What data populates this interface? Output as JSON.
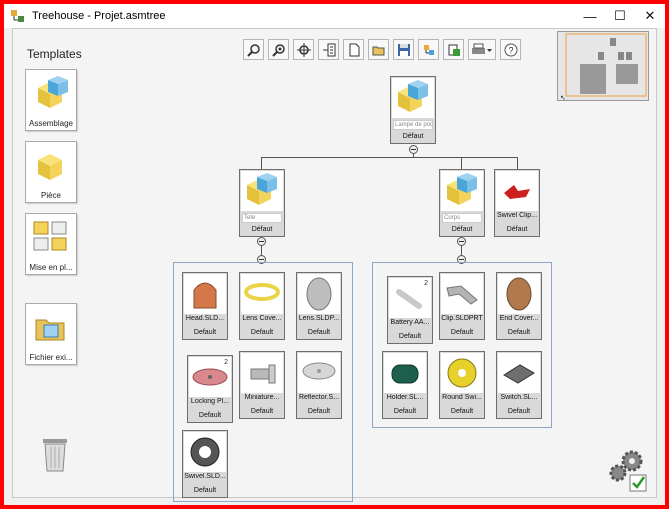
{
  "window": {
    "title": "Treehouse - Projet.asmtree",
    "controls": {
      "minimize": "—",
      "maximize": "☐",
      "close": "✕"
    }
  },
  "templates": {
    "title": "Templates",
    "items": [
      {
        "label": "Assemblage",
        "icon": "assembly-icon"
      },
      {
        "label": "Pièce",
        "icon": "part-icon"
      },
      {
        "label": "Mise en pl...",
        "icon": "layout-icon"
      },
      {
        "label": "Fichier exi...",
        "icon": "existing-file-icon"
      }
    ]
  },
  "toolbar": [
    "zoom-icon",
    "zoom-fit-icon",
    "zoom-selection-icon",
    "indent-icon",
    "new-document-icon",
    "open-folder-icon",
    "save-icon",
    "properties-icon",
    "export-icon",
    "print-icon",
    "help-icon"
  ],
  "tree": {
    "root": {
      "name": "Lampe de poche",
      "config": "Défaut"
    },
    "sub1": {
      "name": "Tete",
      "config": "Défaut"
    },
    "sub2": {
      "name": "Corps",
      "config": "Défaut"
    },
    "sub3": {
      "name": "Swivel Clip...",
      "config": "Défaut"
    },
    "group1": [
      {
        "name": "Head.SLD...",
        "config": "Default",
        "color": "#d4784a"
      },
      {
        "name": "Lens Cove...",
        "config": "Default",
        "color": "#e7d448"
      },
      {
        "name": "Lens.SLDP...",
        "config": "Default",
        "color": "#b8b8b8"
      },
      {
        "name": "Locking Pl...",
        "config": "Default",
        "count": "2",
        "color": "#d9888e"
      },
      {
        "name": "Miniature...",
        "config": "Default",
        "color": "#b9b9b9"
      },
      {
        "name": "Reflector.S...",
        "config": "Default",
        "color": "#c8c8c8"
      },
      {
        "name": "Swivel.SLD...",
        "config": "Default",
        "color": "#555555"
      }
    ],
    "group2": [
      {
        "name": "Battery AA...",
        "config": "Default",
        "count": "2",
        "color": "#c9c9c9"
      },
      {
        "name": "Clip.SLDPRT",
        "config": "Default",
        "color": "#b4b4b4"
      },
      {
        "name": "End Cover...",
        "config": "Default",
        "color": "#b07a4e"
      },
      {
        "name": "Holder.SL...",
        "config": "Default",
        "color": "#1d5e4c"
      },
      {
        "name": "Round Swi...",
        "config": "Default",
        "color": "#e8d02a"
      },
      {
        "name": "Switch.SL...",
        "config": "Default",
        "color": "#6e6e6e"
      }
    ]
  }
}
